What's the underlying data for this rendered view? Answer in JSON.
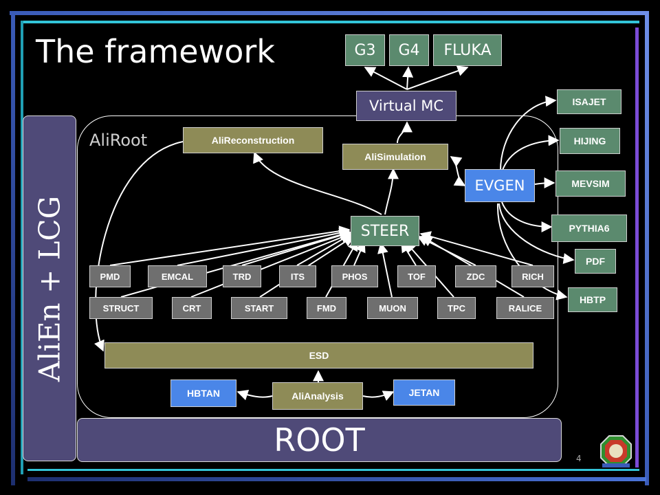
{
  "slide": {
    "title": "The framework",
    "page_number": "4"
  },
  "frames": {
    "aliroot_label": "AliRoot",
    "alien_label": "AliEn + LCG",
    "root_label": "ROOT"
  },
  "nodes": {
    "g3": "G3",
    "g4": "G4",
    "fluka": "FLUKA",
    "virtual_mc": "Virtual MC",
    "ali_reconstruction": "AliReconstruction",
    "ali_simulation": "AliSimulation",
    "evgen": "EVGEN",
    "steer": "STEER",
    "esd": "ESD",
    "ali_analysis": "AliAnalysis",
    "hbtan": "HBTAN",
    "jetan": "JETAN",
    "generators": [
      "ISAJET",
      "HIJING",
      "MEVSIM",
      "PYTHIA6",
      "PDF",
      "HBTP"
    ],
    "detectors_row1": [
      "PMD",
      "EMCAL",
      "TRD",
      "ITS",
      "PHOS",
      "TOF",
      "ZDC",
      "RICH"
    ],
    "detectors_row2": [
      "STRUCT",
      "CRT",
      "START",
      "FMD",
      "MUON",
      "TPC",
      "RALICE"
    ]
  },
  "colors": {
    "background": "#000000",
    "detector_fill": "#6f6f6f",
    "olive_fill": "#8e8b57",
    "green_fill": "#5b8a6e",
    "blue_fill": "#4a86e8",
    "purple_fill": "#4f4a78",
    "bar_top_blue": "#5b7fd4",
    "bar_cyan": "#33c4d8"
  }
}
